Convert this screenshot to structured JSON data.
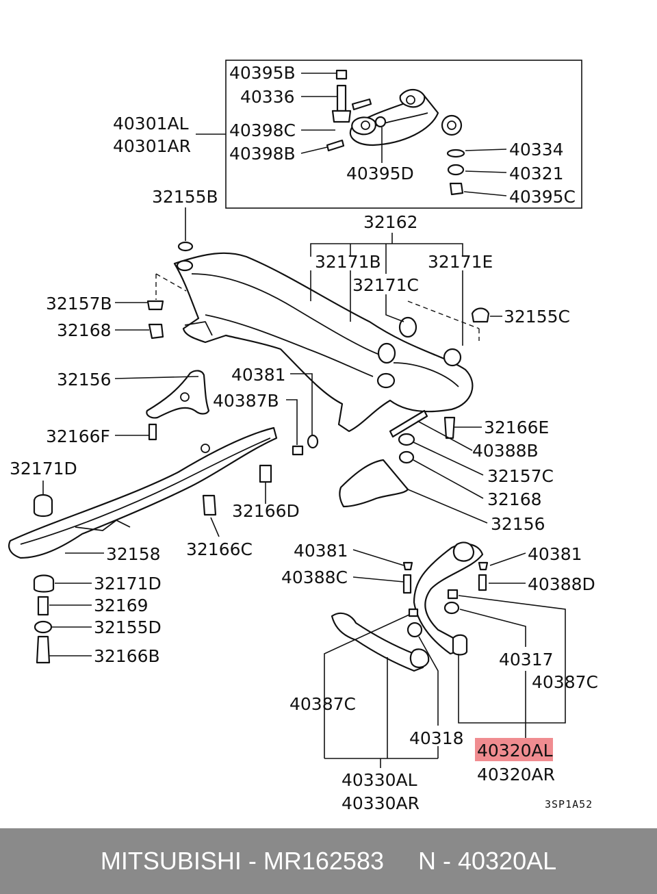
{
  "labels": {
    "l40395B": "40395B",
    "l40336": "40336",
    "l40301AL": "40301AL",
    "l40301AR": "40301AR",
    "l40398C": "40398C",
    "l40398B": "40398B",
    "l40395D": "40395D",
    "l40334": "40334",
    "l40321": "40321",
    "l40395C": "40395C",
    "l32155B": "32155B",
    "l32162": "32162",
    "l32171B": "32171B",
    "l32171E": "32171E",
    "l32171C": "32171C",
    "l32157B": "32157B",
    "l32155C": "32155C",
    "l32168a": "32168",
    "l40381a": "40381",
    "l32156a": "32156",
    "l40387B": "40387B",
    "l32166E": "32166E",
    "l32166F": "32166F",
    "l40388B": "40388B",
    "l32171Da": "32171D",
    "l32157C": "32157C",
    "l32168b": "32168",
    "l32166D": "32166D",
    "l32156b": "32156",
    "l32158": "32158",
    "l32166C": "32166C",
    "l40381b": "40381",
    "l40381c": "40381",
    "l40388C": "40388C",
    "l40388D": "40388D",
    "l32171Db": "32171D",
    "l32169": "32169",
    "l32155D": "32155D",
    "l32166B": "32166B",
    "l40317": "40317",
    "l40387Ca": "40387C",
    "l40387Cb": "40387C",
    "l40318": "40318",
    "l40320AL": "40320AL",
    "l40320AR": "40320AR",
    "l40330AL": "40330AL",
    "l40330AR": "40330AR",
    "code": "3SP1A52"
  },
  "footer": {
    "text": "MITSUBISHI - MR162583     N - 40320AL"
  },
  "colors": {
    "highlight": "#f08c90",
    "footer_bg": "#8a8a8a"
  }
}
